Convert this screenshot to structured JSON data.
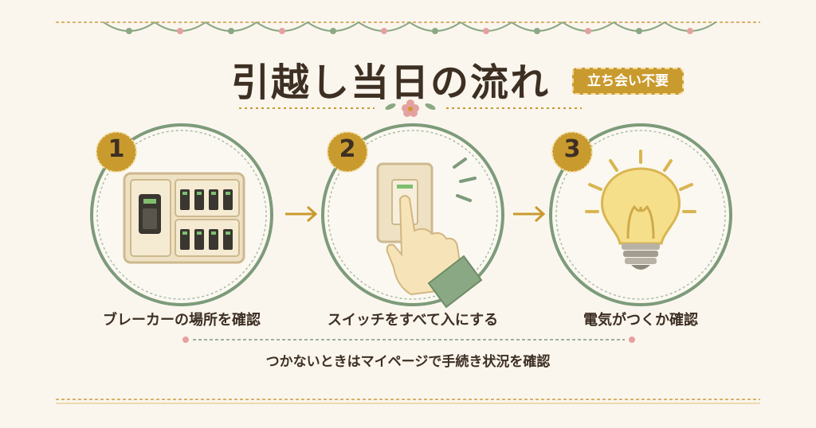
{
  "title": "引越し当日の流れ",
  "badge": "立ち会い不要",
  "steps": [
    {
      "number": "1",
      "label": "ブレーカーの場所を確認",
      "icon": "breaker-panel-icon"
    },
    {
      "number": "2",
      "label": "スイッチをすべて入にする",
      "icon": "light-switch-icon"
    },
    {
      "number": "3",
      "label": "電気がつくか確認",
      "icon": "light-bulb-icon"
    }
  ],
  "footnote": "つかないときはマイページで手続き状況を確認",
  "colors": {
    "background": "#faf6ee",
    "text": "#3e2f23",
    "accent_gold": "#c99a2e",
    "circle_green": "#7d9b7a",
    "flower_pink": "#e5a1a0"
  }
}
